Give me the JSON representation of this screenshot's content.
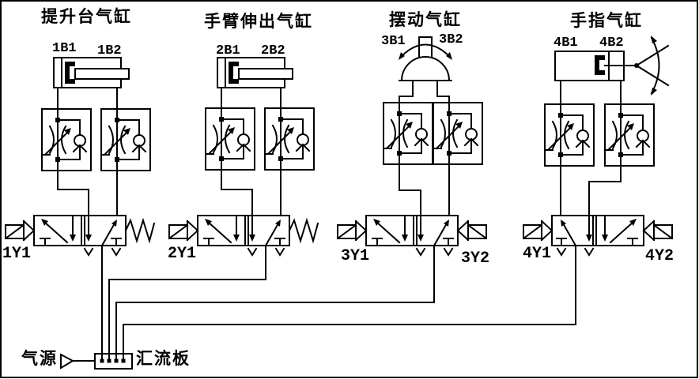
{
  "colors": {
    "line": "#000000",
    "background": "#ffffff"
  },
  "air_source": {
    "label": "气源",
    "icon": "air-supply-triangle-icon"
  },
  "manifold": {
    "label": "汇流板",
    "ports": 4
  },
  "circuits": [
    {
      "title": "提升台气缸",
      "sensors": [
        "1B1",
        "1B2"
      ],
      "solenoids": [
        "1Y1"
      ],
      "actuator_type": "double-acting-cylinder",
      "valve_type": "5/2-single-solenoid-spring-return",
      "flow_control_valves": 2
    },
    {
      "title": "手臂伸出气缸",
      "sensors": [
        "2B1",
        "2B2"
      ],
      "solenoids": [
        "2Y1"
      ],
      "actuator_type": "double-acting-cylinder",
      "valve_type": "5/2-single-solenoid-spring-return",
      "flow_control_valves": 2
    },
    {
      "title": "摆动气缸",
      "sensors": [
        "3B1",
        "3B2"
      ],
      "solenoids": [
        "3Y1",
        "3Y2"
      ],
      "actuator_type": "semi-rotary-swing-actuator",
      "valve_type": "5/2-double-solenoid",
      "flow_control_valves": 2
    },
    {
      "title": "手指气缸",
      "sensors": [
        "4B1",
        "4B2"
      ],
      "solenoids": [
        "4Y1",
        "4Y2"
      ],
      "actuator_type": "gripper-finger-cylinder",
      "valve_type": "5/2-double-solenoid",
      "flow_control_valves": 2
    }
  ]
}
